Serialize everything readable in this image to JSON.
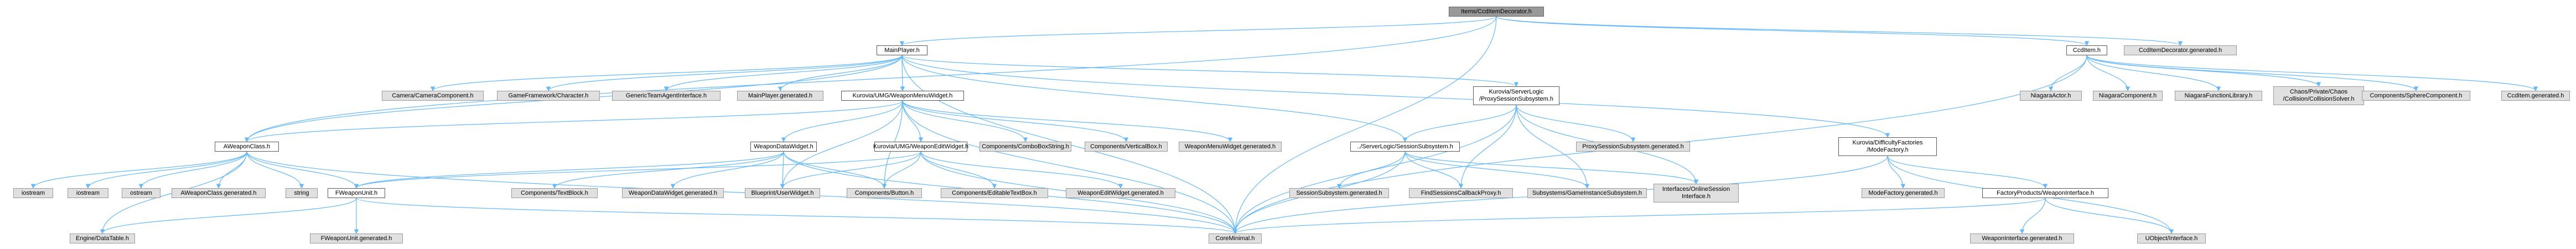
{
  "colors": {
    "edge": "#63b8ff",
    "root_fill": "#999999",
    "external_fill": "#e0e0e0",
    "node_fill": "#ffffff",
    "border": "#5a5a5a"
  },
  "nodes": [
    {
      "id": "root",
      "label": "Items/CcdItemDecorator.h",
      "kind": "root"
    },
    {
      "id": "mainplayer",
      "label": "MainPlayer.h",
      "kind": "file"
    },
    {
      "id": "ccditem",
      "label": "CcdItem.h",
      "kind": "file"
    },
    {
      "id": "ccditemdecgen",
      "label": "CcdItemDecorator.generated.h",
      "kind": "ext"
    },
    {
      "id": "camera",
      "label": "Camera/CameraComponent.h",
      "kind": "ext"
    },
    {
      "id": "gameframework",
      "label": "GameFramework/Character.h",
      "kind": "ext"
    },
    {
      "id": "genericteam",
      "label": "GenericTeamAgentInterface.h",
      "kind": "ext"
    },
    {
      "id": "mainplayergen",
      "label": "MainPlayer.generated.h",
      "kind": "ext"
    },
    {
      "id": "weaponmenu",
      "label": "Kurovia/UMG/WeaponMenuWidget.h",
      "kind": "file"
    },
    {
      "id": "proxysession",
      "label": "Kurovia/ServerLogic\n/ProxySessionSubsystem.h",
      "kind": "file"
    },
    {
      "id": "difficulty",
      "label": "Kurovia/DifficultyFactories\n/ModeFactory.h",
      "kind": "file"
    },
    {
      "id": "niagaraactor",
      "label": "NiagaraActor.h",
      "kind": "ext"
    },
    {
      "id": "niagaracomp",
      "label": "NiagaraComponent.h",
      "kind": "ext"
    },
    {
      "id": "niagarafunc",
      "label": "NiagaraFunctionLibrary.h",
      "kind": "ext"
    },
    {
      "id": "chaos",
      "label": "Chaos/Private/Chaos\n/Collision/CollisionSolver.h",
      "kind": "ext"
    },
    {
      "id": "sphere",
      "label": "Components/SphereComponent.h",
      "kind": "ext"
    },
    {
      "id": "ccditemgen",
      "label": "CcdItem.generated.h",
      "kind": "ext"
    },
    {
      "id": "aweaponclass",
      "label": "AWeaponClass.h",
      "kind": "file"
    },
    {
      "id": "combobox",
      "label": "Components/ComboBoxString.h",
      "kind": "ext"
    },
    {
      "id": "verticalbox",
      "label": "Components/VerticalBox.h",
      "kind": "ext"
    },
    {
      "id": "weaponmenugen",
      "label": "WeaponMenuWidget.generated.h",
      "kind": "ext"
    },
    {
      "id": "weapondata",
      "label": "WeaponDataWidget.h",
      "kind": "file"
    },
    {
      "id": "weaponedit",
      "label": "Kurovia/UMG/WeaponEditWidget.h",
      "kind": "file"
    },
    {
      "id": "serversession",
      "label": "../ServerLogic/SessionSubsystem.h",
      "kind": "file"
    },
    {
      "id": "proxysessiongen",
      "label": "ProxySessionSubsystem.generated.h",
      "kind": "ext"
    },
    {
      "id": "modefactorygen",
      "label": "ModeFactory.generated.h",
      "kind": "ext"
    },
    {
      "id": "weaponinterface",
      "label": "FactoryProducts/WeaponInterface.h",
      "kind": "file"
    },
    {
      "id": "iostream",
      "label": "iostream",
      "kind": "ext"
    },
    {
      "id": "iostream2",
      "label": "iostream",
      "kind": "ext"
    },
    {
      "id": "ostream",
      "label": "ostream",
      "kind": "ext"
    },
    {
      "id": "aweapongen",
      "label": "AWeaponClass.generated.h",
      "kind": "ext"
    },
    {
      "id": "string",
      "label": "string",
      "kind": "ext"
    },
    {
      "id": "fweaponunit",
      "label": "FWeaponUnit.h",
      "kind": "file"
    },
    {
      "id": "textblock",
      "label": "Components/TextBlock.h",
      "kind": "ext"
    },
    {
      "id": "weapondatagen",
      "label": "WeaponDataWidget.generated.h",
      "kind": "ext"
    },
    {
      "id": "blueprint",
      "label": "Blueprint/UserWidget.h",
      "kind": "ext"
    },
    {
      "id": "button",
      "label": "Components/Button.h",
      "kind": "ext"
    },
    {
      "id": "editable",
      "label": "Components/EditableTextBox.h",
      "kind": "ext"
    },
    {
      "id": "weaponeditgen",
      "label": "WeaponEditWidget.generated.h",
      "kind": "ext"
    },
    {
      "id": "sessiongen",
      "label": "SessionSubsystem.generated.h",
      "kind": "ext"
    },
    {
      "id": "findsessions",
      "label": "FindSessionsCallbackProxy.h",
      "kind": "ext"
    },
    {
      "id": "subsystems",
      "label": "Subsystems/GameInstanceSubsystem.h",
      "kind": "ext"
    },
    {
      "id": "interfaces",
      "label": "Interfaces/OnlineSession\nInterface.h",
      "kind": "ext"
    },
    {
      "id": "datatable",
      "label": "Engine/DataTable.h",
      "kind": "ext"
    },
    {
      "id": "fweaponunitgen",
      "label": "FWeaponUnit.generated.h",
      "kind": "ext"
    },
    {
      "id": "coreminimal",
      "label": "CoreMinimal.h",
      "kind": "ext"
    },
    {
      "id": "weaponifgen",
      "label": "WeaponInterface.generated.h",
      "kind": "ext"
    },
    {
      "id": "uobjectif",
      "label": "UObject/Interface.h",
      "kind": "ext"
    }
  ],
  "edges": [
    [
      "root",
      "mainplayer"
    ],
    [
      "root",
      "ccditem"
    ],
    [
      "root",
      "ccditemdecgen"
    ],
    [
      "root",
      "aweaponclass"
    ],
    [
      "root",
      "coreminimal"
    ],
    [
      "mainplayer",
      "camera"
    ],
    [
      "mainplayer",
      "gameframework"
    ],
    [
      "mainplayer",
      "genericteam"
    ],
    [
      "mainplayer",
      "mainplayergen"
    ],
    [
      "mainplayer",
      "weaponmenu"
    ],
    [
      "mainplayer",
      "proxysession"
    ],
    [
      "mainplayer",
      "difficulty"
    ],
    [
      "mainplayer",
      "aweaponclass"
    ],
    [
      "mainplayer",
      "serversession"
    ],
    [
      "mainplayer",
      "coreminimal"
    ],
    [
      "ccditem",
      "niagaraactor"
    ],
    [
      "ccditem",
      "niagaracomp"
    ],
    [
      "ccditem",
      "niagarafunc"
    ],
    [
      "ccditem",
      "chaos"
    ],
    [
      "ccditem",
      "sphere"
    ],
    [
      "ccditem",
      "ccditemgen"
    ],
    [
      "ccditem",
      "coreminimal"
    ],
    [
      "weaponmenu",
      "aweaponclass"
    ],
    [
      "weaponmenu",
      "combobox"
    ],
    [
      "weaponmenu",
      "verticalbox"
    ],
    [
      "weaponmenu",
      "weaponmenugen"
    ],
    [
      "weaponmenu",
      "weapondata"
    ],
    [
      "weaponmenu",
      "weaponedit"
    ],
    [
      "weaponmenu",
      "blueprint"
    ],
    [
      "weaponmenu",
      "button"
    ],
    [
      "weaponmenu",
      "coreminimal"
    ],
    [
      "proxysession",
      "serversession"
    ],
    [
      "proxysession",
      "proxysessiongen"
    ],
    [
      "proxysession",
      "findsessions"
    ],
    [
      "proxysession",
      "subsystems"
    ],
    [
      "proxysession",
      "interfaces"
    ],
    [
      "proxysession",
      "coreminimal"
    ],
    [
      "difficulty",
      "modefactorygen"
    ],
    [
      "difficulty",
      "weaponinterface"
    ],
    [
      "difficulty",
      "uobjectif"
    ],
    [
      "difficulty",
      "coreminimal"
    ],
    [
      "weaponinterface",
      "weaponifgen"
    ],
    [
      "weaponinterface",
      "uobjectif"
    ],
    [
      "weaponinterface",
      "coreminimal"
    ],
    [
      "aweaponclass",
      "iostream"
    ],
    [
      "aweaponclass",
      "iostream2"
    ],
    [
      "aweaponclass",
      "ostream"
    ],
    [
      "aweaponclass",
      "aweapongen"
    ],
    [
      "aweaponclass",
      "string"
    ],
    [
      "aweaponclass",
      "fweaponunit"
    ],
    [
      "aweaponclass",
      "datatable"
    ],
    [
      "aweaponclass",
      "coreminimal"
    ],
    [
      "weapondata",
      "fweaponunit"
    ],
    [
      "weapondata",
      "textblock"
    ],
    [
      "weapondata",
      "weapondatagen"
    ],
    [
      "weapondata",
      "blueprint"
    ],
    [
      "weapondata",
      "button"
    ],
    [
      "weapondata",
      "coreminimal"
    ],
    [
      "weaponedit",
      "fweaponunit"
    ],
    [
      "weaponedit",
      "editable"
    ],
    [
      "weaponedit",
      "weaponeditgen"
    ],
    [
      "weaponedit",
      "blueprint"
    ],
    [
      "weaponedit",
      "button"
    ],
    [
      "weaponedit",
      "coreminimal"
    ],
    [
      "serversession",
      "sessiongen"
    ],
    [
      "serversession",
      "findsessions"
    ],
    [
      "serversession",
      "subsystems"
    ],
    [
      "serversession",
      "interfaces"
    ],
    [
      "serversession",
      "coreminimal"
    ],
    [
      "fweaponunit",
      "datatable"
    ],
    [
      "fweaponunit",
      "fweaponunitgen"
    ],
    [
      "fweaponunit",
      "coreminimal"
    ]
  ]
}
